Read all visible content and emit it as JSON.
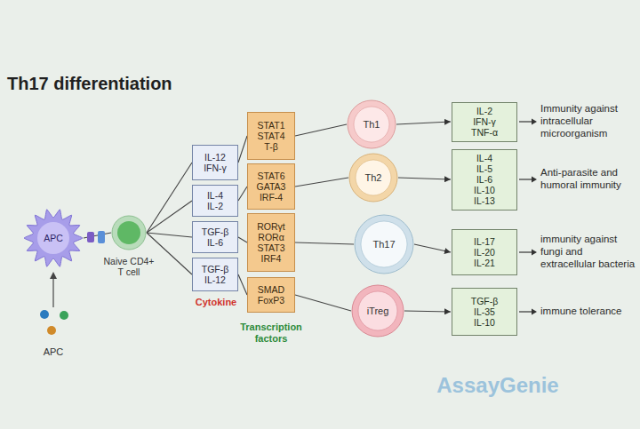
{
  "diagram": {
    "title": "Th17 differentiation",
    "nodes": [
      {
        "text": [
          "APC"
        ]
      },
      {
        "text": [
          "Naive CD4+ T cell"
        ]
      },
      {
        "text": [
          "IL-12 IFN-γ"
        ]
      },
      {
        "text": [
          "IL-4 IL-2"
        ]
      },
      {
        "text": [
          "TGF-β IL-6"
        ]
      },
      {
        "text": [
          "TGF-β IL-12"
        ]
      },
      {
        "text": [
          "STAT1 STAT4 T-β"
        ]
      },
      {
        "text": [
          "STAT6 GATA3 IRF-4"
        ]
      },
      {
        "text": [
          "RORγt RORα STAT3 IRF4"
        ]
      },
      {
        "text": [
          "SMAD FoxP3"
        ]
      },
      {
        "text": [
          "Th1"
        ]
      },
      {
        "text": [
          "Th2"
        ]
      },
      {
        "text": [
          "Th17"
        ]
      },
      {
        "text": [
          "iTreg"
        ]
      },
      {
        "text": [
          "IL-2 IFN-γ TNF-α"
        ]
      },
      {
        "text": [
          "IL-4 IL-5 IL-6 IL-10 IL-13"
        ]
      },
      {
        "text": [
          "IL-17 IL-20 IL-21"
        ]
      },
      {
        "text": [
          "TGF-β IL-35 IL-10"
        ]
      }
    ],
    "edges": [
      {
        "from": 0,
        "to": 1,
        "arrow": "none"
      },
      {
        "from": 1,
        "to": 2,
        "arrow": "none"
      },
      {
        "from": 1,
        "to": 3,
        "arrow": "none"
      },
      {
        "from": 1,
        "to": 4,
        "arrow": "none"
      },
      {
        "from": 1,
        "to": 5,
        "arrow": "none"
      },
      {
        "from": 2,
        "to": 6,
        "arrow": "none"
      },
      {
        "from": 3,
        "to": 7,
        "arrow": "none"
      },
      {
        "from": 4,
        "to": 8,
        "arrow": "none"
      },
      {
        "from": 5,
        "to": 9,
        "arrow": "none"
      },
      {
        "from": 6,
        "to": 10,
        "arrow": "none"
      },
      {
        "from": 7,
        "to": 11,
        "arrow": "none"
      },
      {
        "from": 8,
        "to": 12,
        "arrow": "none"
      },
      {
        "from": 9,
        "to": 13,
        "arrow": "none"
      },
      {
        "from": 10,
        "to": 14,
        "arrow": "to"
      },
      {
        "from": 11,
        "to": 15,
        "arrow": "to"
      },
      {
        "from": 12,
        "to": 16,
        "arrow": "to"
      },
      {
        "from": 13,
        "to": 17,
        "arrow": "to"
      }
    ],
    "labels": [
      "APC",
      "Cytokine",
      "Transcription factors",
      "Immunity against intracellular microorganism",
      "Anti-parasite and humoral immunity",
      "immunity against fungi and extracellular bacteria",
      "immune tolerance",
      "AssayGenie"
    ]
  }
}
